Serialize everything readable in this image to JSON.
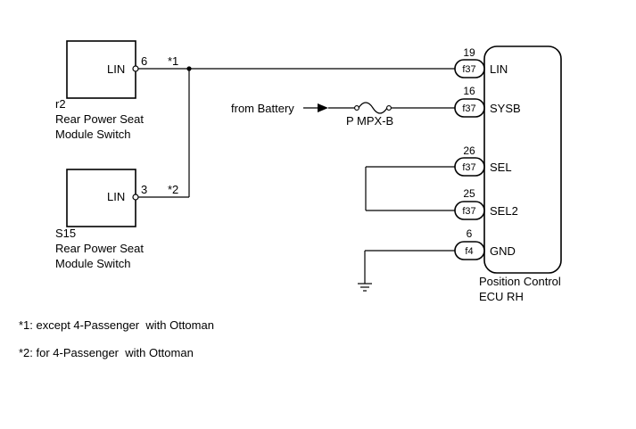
{
  "rear_switch_top": {
    "code": "r2",
    "name_line1": "Rear Power Seat",
    "name_line2": "Module Switch",
    "terminal_label": "LIN",
    "pin": "6"
  },
  "rear_switch_bottom": {
    "code": "S15",
    "name_line1": "Rear Power Seat",
    "name_line2": "Module Switch",
    "terminal_label": "LIN",
    "pin": "3"
  },
  "ecu": {
    "name_line1": "Position Control",
    "name_line2": "ECU RH",
    "terminals": [
      {
        "pin": "19",
        "connector": "f37",
        "label": "LIN"
      },
      {
        "pin": "16",
        "connector": "f37",
        "label": "SYSB"
      },
      {
        "pin": "26",
        "connector": "f37",
        "label": "SEL"
      },
      {
        "pin": "25",
        "connector": "f37",
        "label": "SEL2"
      },
      {
        "pin": "6",
        "connector": "f4",
        "label": "GND"
      }
    ]
  },
  "power": {
    "source_label": "from Battery",
    "fuse_label": "P MPX-B"
  },
  "wire_notes": {
    "top": "*1",
    "bottom": "*2"
  },
  "footnotes": [
    "*1: except 4-Passenger  with Ottoman",
    "*2: for 4-Passenger  with Ottoman"
  ]
}
